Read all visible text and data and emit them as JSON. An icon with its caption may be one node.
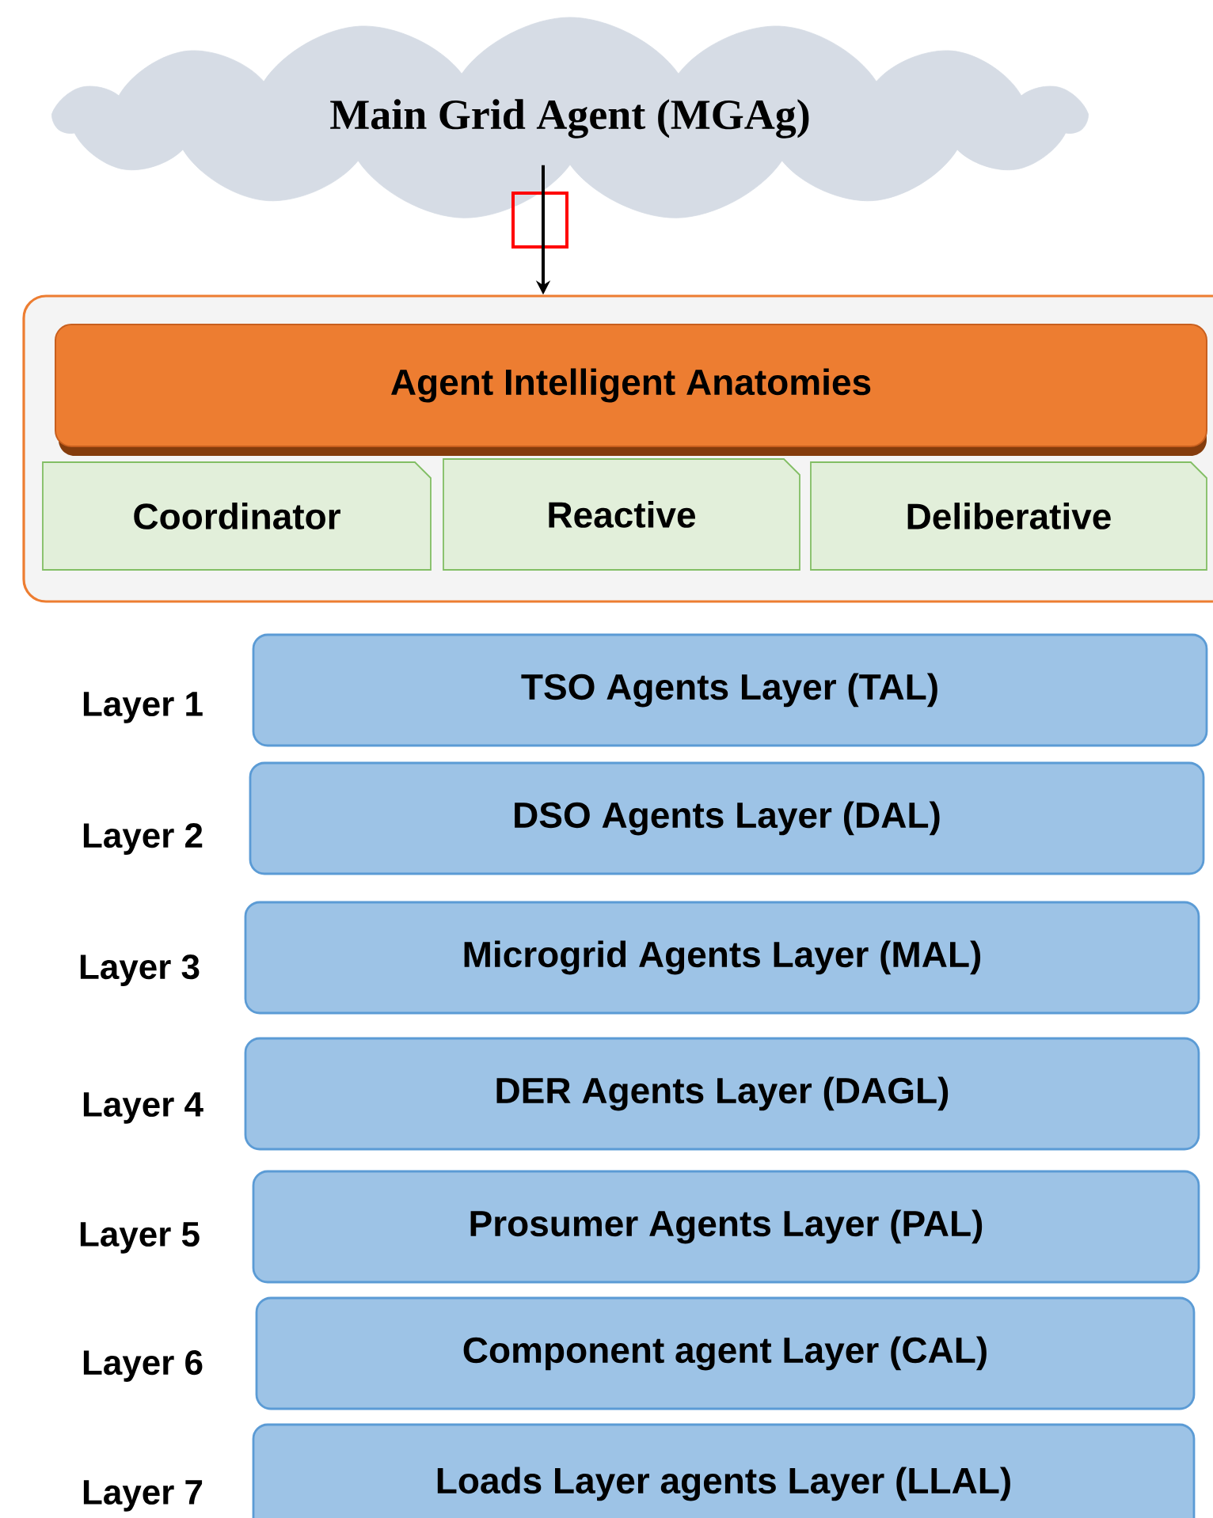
{
  "diagram": {
    "nodes": [
      {
        "text": [
          "Main Grid Agent (MGAg)"
        ]
      },
      {
        "text": [],
        "shape": "box"
      },
      {
        "text": [
          "Agent Intelligent Anatomies"
        ],
        "in": 1
      },
      {
        "text": [
          "Coordinator"
        ],
        "in": 1
      },
      {
        "text": [
          "Reactive"
        ],
        "in": 1
      },
      {
        "text": [
          "Deliberative"
        ],
        "in": 1
      },
      {
        "text": [
          "TSO Agents Layer (TAL)"
        ],
        "beside": [
          "Layer 1"
        ]
      },
      {
        "text": [
          "DSO Agents Layer (DAL)"
        ],
        "beside": [
          "Layer 2"
        ]
      },
      {
        "text": [
          "Microgrid Agents Layer (MAL)"
        ],
        "beside": [
          "Layer 3"
        ]
      },
      {
        "text": [
          "DER Agents Layer (DAGL)"
        ],
        "beside": [
          "Layer 4"
        ]
      },
      {
        "text": [
          "Prosumer Agents Layer (PAL)"
        ],
        "beside": [
          "Layer 5"
        ]
      },
      {
        "text": [
          "Component agent Layer (CAL)"
        ],
        "beside": [
          "Layer 6"
        ]
      },
      {
        "text": [
          "Loads Layer agents Layer (LLAL)"
        ],
        "beside": [
          "Layer 7"
        ]
      }
    ],
    "edges": [
      {
        "from": 0,
        "to": 1,
        "arrow": "to"
      }
    ]
  }
}
